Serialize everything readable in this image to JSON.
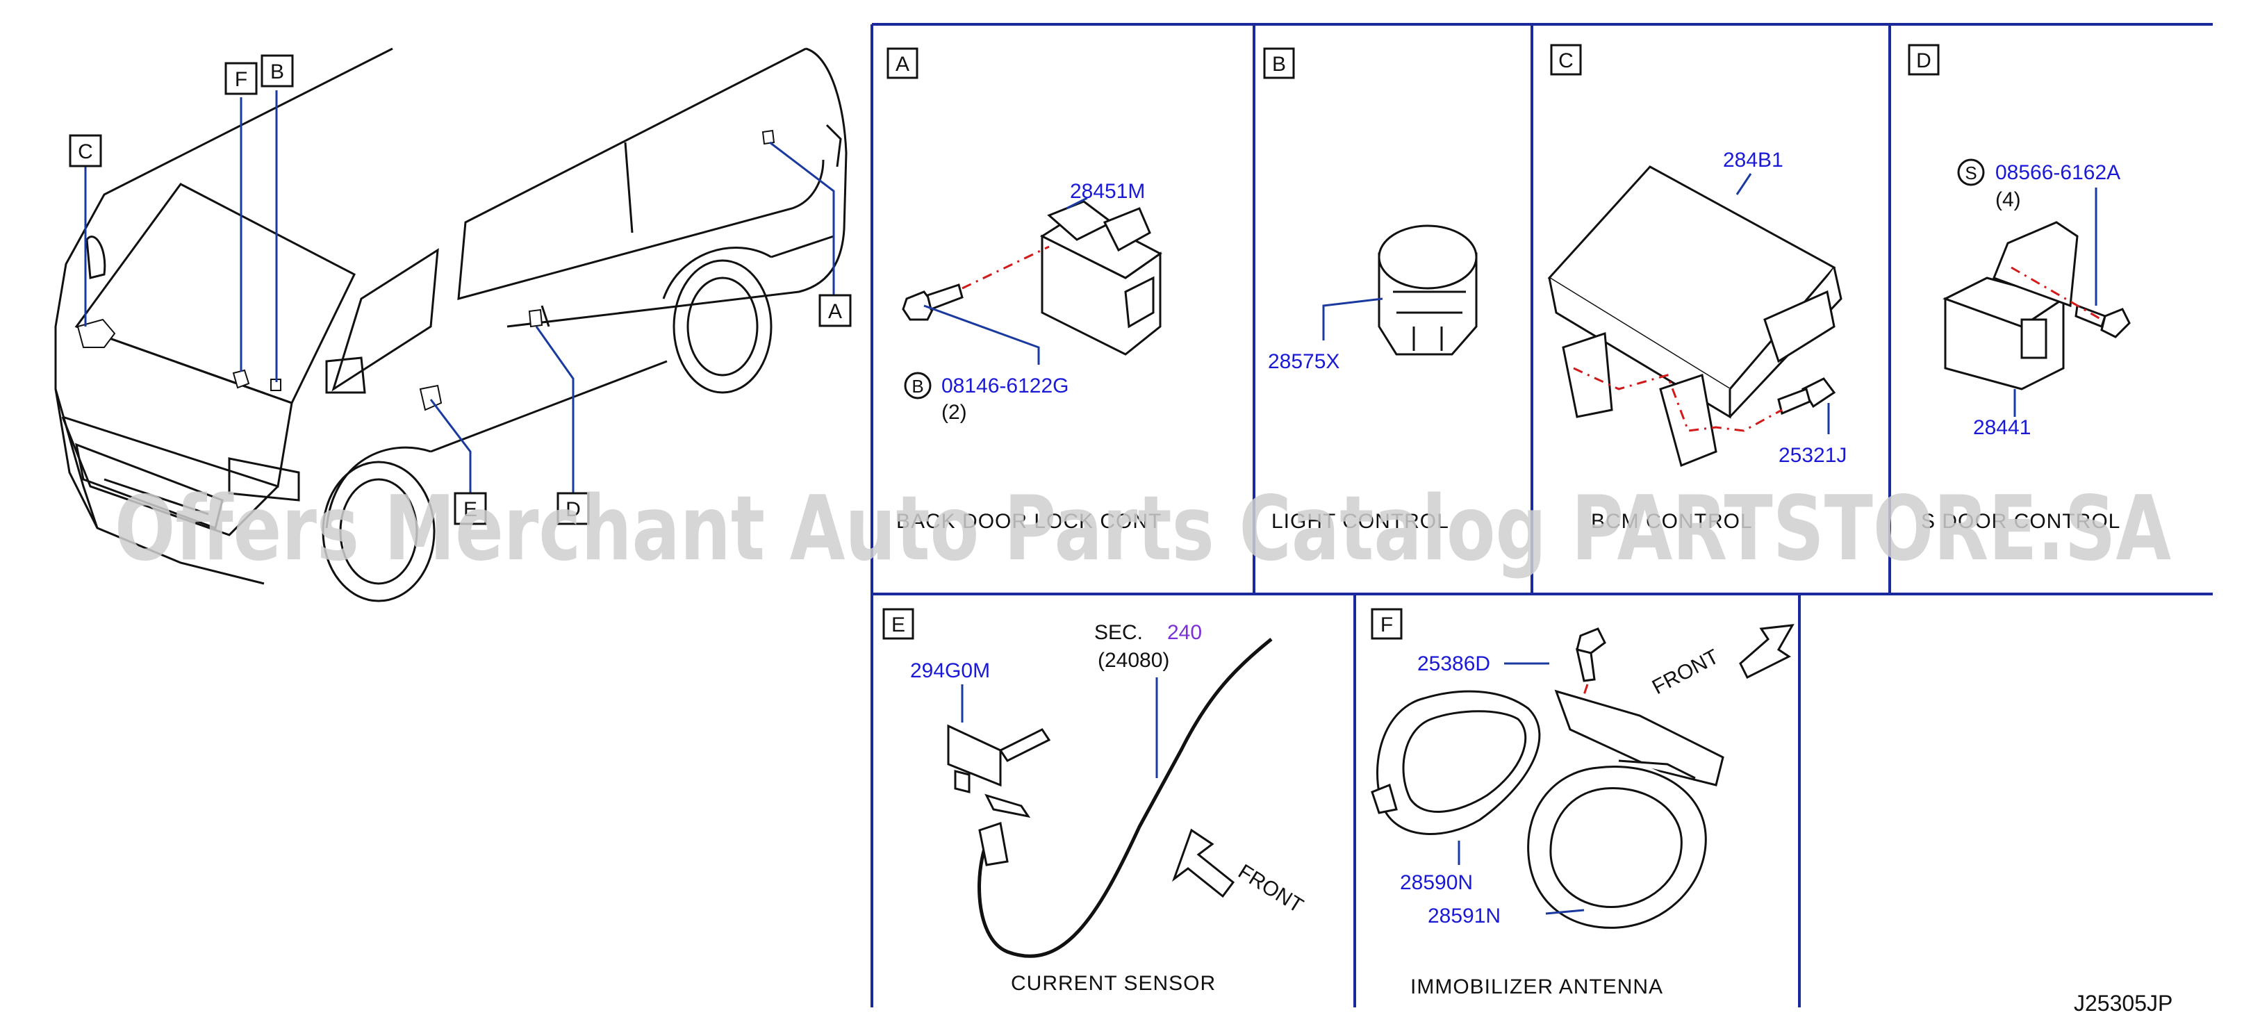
{
  "vehicle_callouts": [
    "F",
    "B",
    "C",
    "A",
    "D",
    "E"
  ],
  "panels": {
    "A": {
      "letter": "A",
      "caption": "BACK DOOR LOCK CONT",
      "parts": [
        "28451M",
        "08146-6122G"
      ],
      "qty": "(2)",
      "circle": "B"
    },
    "B": {
      "letter": "B",
      "caption": "LIGHT CONTROL",
      "parts": [
        "28575X"
      ]
    },
    "C": {
      "letter": "C",
      "caption": "BCM CONTROL",
      "parts": [
        "284B1",
        "25321J"
      ]
    },
    "D": {
      "letter": "D",
      "caption": "S DOOR CONTROL",
      "parts": [
        "08566-6162A",
        "28441"
      ],
      "qty": "(4)",
      "circle": "S"
    },
    "E": {
      "letter": "E",
      "caption": "CURRENT   SENSOR",
      "parts": [
        "294G0M"
      ],
      "sec_prefix": "SEC.",
      "sec_num": "240",
      "sec_ref": "(24080)",
      "front": "FRONT"
    },
    "F": {
      "letter": "F",
      "caption": "IMMOBILIZER   ANTENNA",
      "parts": [
        "25386D",
        "28590N",
        "28591N"
      ],
      "front": "FRONT"
    }
  },
  "watermark": "Offers Merchant Auto Parts Catalog PARTSTORE.SA",
  "diagram_code": "J25305JP",
  "colors": {
    "frame": "#1a2a9c",
    "part_number": "#1a1ad6",
    "sec_number": "#7b2fd6",
    "centerline": "#d21a1a",
    "watermark": "#cfcfcf"
  }
}
